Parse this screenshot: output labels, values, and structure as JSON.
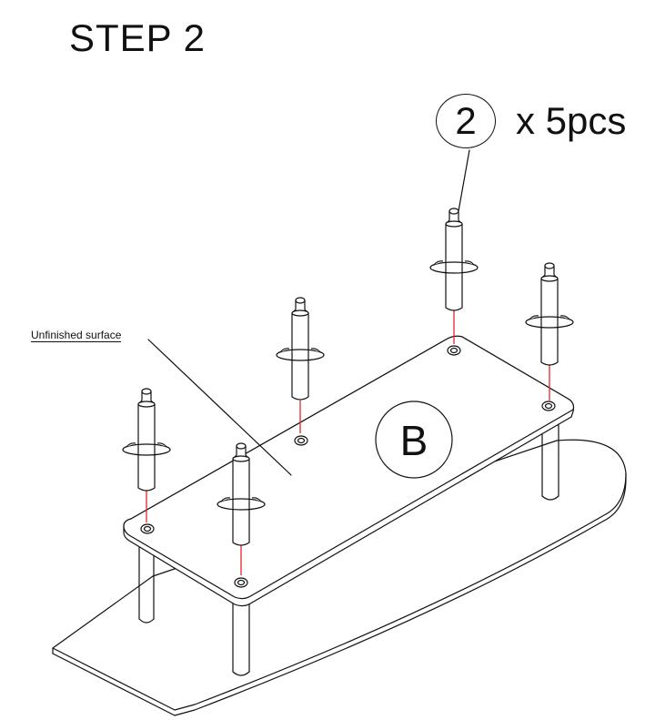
{
  "step": {
    "title": "STEP 2"
  },
  "part": {
    "number": "2",
    "quantity": "x 5pcs"
  },
  "panel": {
    "label": "B"
  },
  "callout": {
    "text": "Unfinished surface"
  },
  "colors": {
    "line": "#111111",
    "guide": "#e0262e"
  }
}
